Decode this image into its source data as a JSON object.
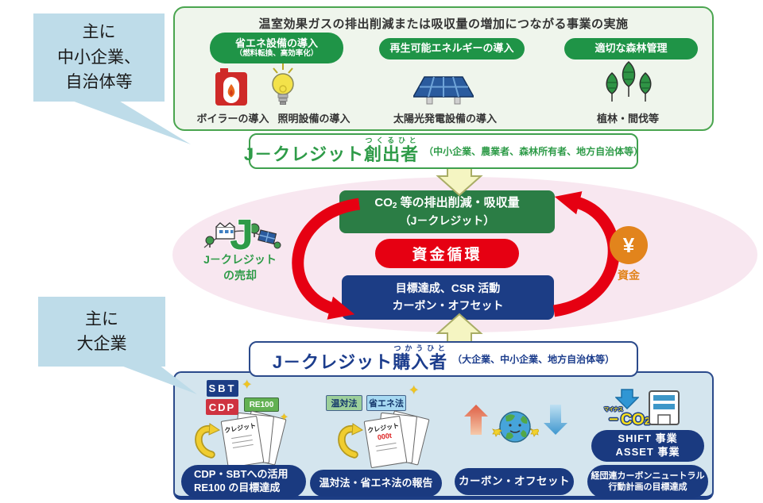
{
  "bubbles": {
    "top": {
      "line1": "主に",
      "line2": "中小企業、",
      "line3": "自治体等"
    },
    "bottom": {
      "line1": "主に",
      "line2": "大企業"
    }
  },
  "top_section": {
    "title": "温室効果ガスの排出削減または吸収量の増加につながる事業の実施",
    "pill1_label": "省エネ設備の導入",
    "pill1_sub": "（燃料転換、高効率化）",
    "pill2_label": "再生可能エネルギーの導入",
    "pill3_label": "適切な森林管理",
    "label_boiler": "ボイラーの導入",
    "label_lighting": "照明設備の導入",
    "label_solar": "太陽光発電設備の導入",
    "label_forest": "植林・間伐等"
  },
  "creator_bar": {
    "prefix": "J－クレジット",
    "ruby_base": "創出者",
    "ruby": "つくるひと",
    "paren": "（中小企業、農業者、森林所有者、地方自治体等）"
  },
  "buyer_bar": {
    "prefix": "J－クレジット",
    "ruby_base": "購入者",
    "ruby": "つかうひと",
    "paren": "（大企業、中小企業、地方自治体等）"
  },
  "cycle": {
    "credit_co": "CO",
    "credit_sub": "2",
    "credit_rest": " 等の排出削減・吸収量",
    "credit_line2": "（J－クレジット）",
    "money_label": "資金循環",
    "goal_line1": "目標達成、CSR 活動",
    "goal_line2": "カーボン・オフセット",
    "sell_line1": "J－クレジット",
    "sell_line2": "の売却",
    "yen": "¥",
    "fund_label": "資金",
    "logo_letter": "J"
  },
  "bottom_section": {
    "g1": {
      "badge1": "SBT",
      "badge2": "CDP",
      "badge3": "RE100",
      "paper": "クレジット",
      "pill_line1": "CDP・SBTへの活用",
      "pill_line2": "RE100 の目標達成"
    },
    "g2": {
      "badge1": "温対法",
      "badge2": "省エネ法",
      "paper": "クレジット",
      "amount": "000t",
      "pill": "温対法・省エネ法の報告"
    },
    "g3": {
      "pill": "カーボン・オフセット"
    },
    "g4": {
      "minus": "−",
      "minus_ruby": "マイナス",
      "co": "CO",
      "sub": "2",
      "pill1_line1": "SHIFT 事業",
      "pill1_line2": "ASSET 事業",
      "pill2_line1": "経団連カーボンニュートラル",
      "pill2_line2": "行動計画の目標達成"
    }
  },
  "icons": {
    "sparkle": "✦"
  },
  "colors": {
    "green": "#2e9b48",
    "green_box": "#2b7d45",
    "red": "#e60012",
    "navy": "#1c3d85",
    "orange": "#e2841c",
    "pink": "#f8e7f0",
    "bubble_blue": "#bedce9",
    "bottom_bg": "#d4e5ee"
  }
}
